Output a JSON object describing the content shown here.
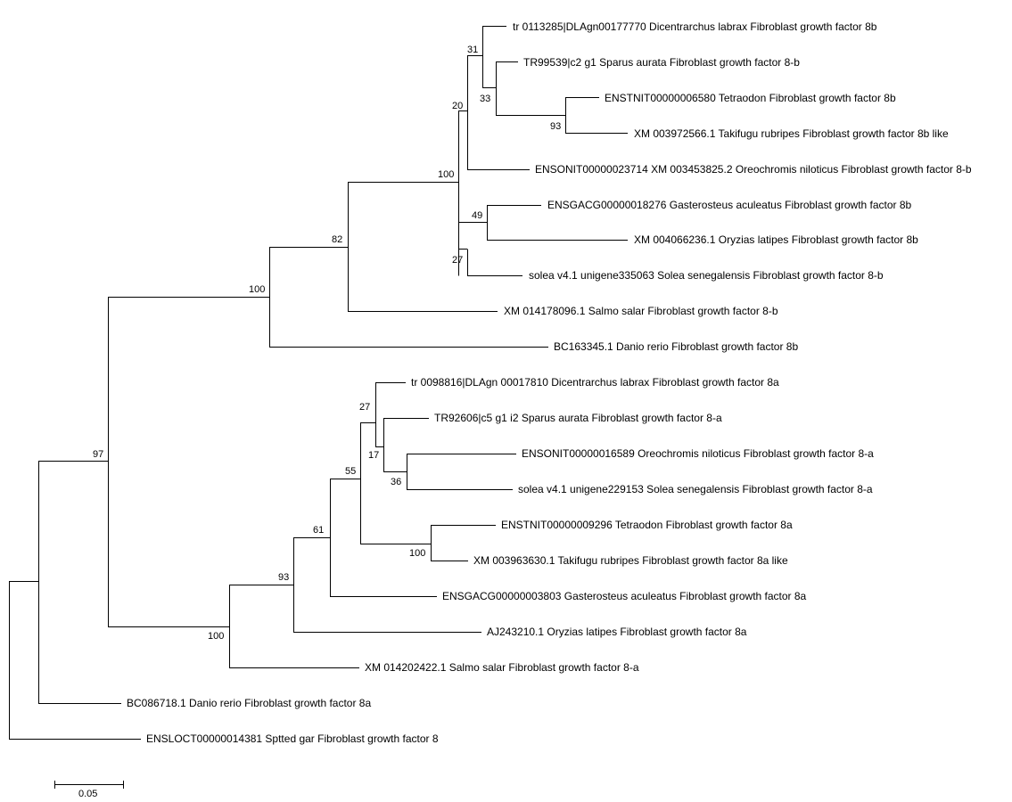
{
  "tree": {
    "leaves": {
      "dl_8b": "tr 0113285|DLAgn00177770 Dicentrarchus labrax Fibroblast growth factor 8b",
      "sa_8b": "TR99539|c2 g1 Sparus aurata Fibroblast growth factor 8-b",
      "tet_8b": "ENSTNIT00000006580 Tetraodon Fibroblast growth factor 8b",
      "tr_8b": "XM 003972566.1 Takifugu rubripes Fibroblast growth factor 8b like",
      "on_8b": "ENSONIT00000023714 XM 003453825.2 Oreochromis niloticus Fibroblast growth factor 8-b",
      "ga_8b": "ENSGACG00000018276 Gasterosteus aculeatus Fibroblast growth factor 8b",
      "ol_8b": "XM 004066236.1 Oryzias latipes Fibroblast growth factor 8b",
      "ss_8b": "solea v4.1 unigene335063 Solea senegalensis Fibroblast growth factor 8-b",
      "sal_8b": "XM 014178096.1 Salmo salar Fibroblast growth factor 8-b",
      "dr_8b": "BC163345.1 Danio rerio Fibroblast growth factor 8b",
      "dl_8a": "tr 0098816|DLAgn 00017810 Dicentrarchus labrax Fibroblast growth factor 8a",
      "sa_8a": "TR92606|c5 g1 i2 Sparus aurata Fibroblast growth factor 8-a",
      "on_8a": "ENSONIT00000016589 Oreochromis niloticus Fibroblast growth factor 8-a",
      "ss_8a": "solea v4.1 unigene229153 Solea senegalensis Fibroblast growth factor 8-a",
      "tet_8a": "ENSTNIT00000009296 Tetraodon Fibroblast growth factor 8a",
      "tr_8a": "XM 003963630.1 Takifugu rubripes Fibroblast growth factor 8a like",
      "ga_8a": "ENSGACG00000003803 Gasterosteus aculeatus Fibroblast growth factor 8a",
      "ol_8a": "AJ243210.1 Oryzias latipes Fibroblast growth factor 8a",
      "sal_8a": "XM 014202422.1 Salmo salar Fibroblast growth factor 8-a",
      "dr_8a": "BC086718.1 Danio rerio Fibroblast growth factor 8a",
      "gar_8": "ENSLOCT00000014381 Sptted gar Fibroblast growth factor 8"
    },
    "support": {
      "s31": "31",
      "s33": "33",
      "s93a": "93",
      "s20": "20",
      "s100a": "100",
      "s49": "49",
      "s27a": "27",
      "s82": "82",
      "s100b": "100",
      "s97": "97",
      "s27b": "27",
      "s17": "17",
      "s36": "36",
      "s55": "55",
      "s100c": "100",
      "s61": "61",
      "s93b": "93",
      "s100d": "100"
    }
  },
  "scale_bar": {
    "label": "0.05"
  }
}
